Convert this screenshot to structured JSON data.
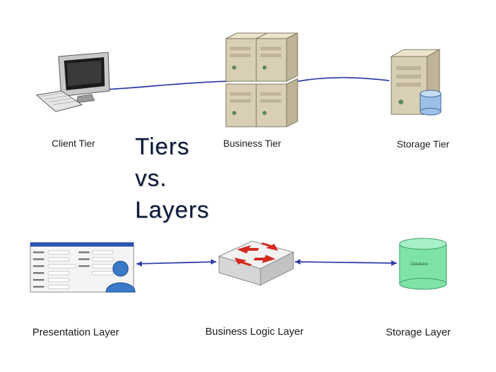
{
  "title": {
    "line1": "Tiers",
    "line2": "vs.",
    "line3": "Layers"
  },
  "tiers": {
    "client": "Client Tier",
    "business": "Business Tier",
    "storage": "Storage Tier"
  },
  "layers": {
    "presentation": "Presentation Layer",
    "business_logic": "Business Logic Layer",
    "storage": "Storage Layer",
    "database_text": "Database"
  },
  "colors": {
    "connector": "#2d3ea8",
    "server": "#d8cfb4",
    "database": "#7fe3a8",
    "switch_arrow": "#d42a1e",
    "user": "#3a78c8"
  }
}
